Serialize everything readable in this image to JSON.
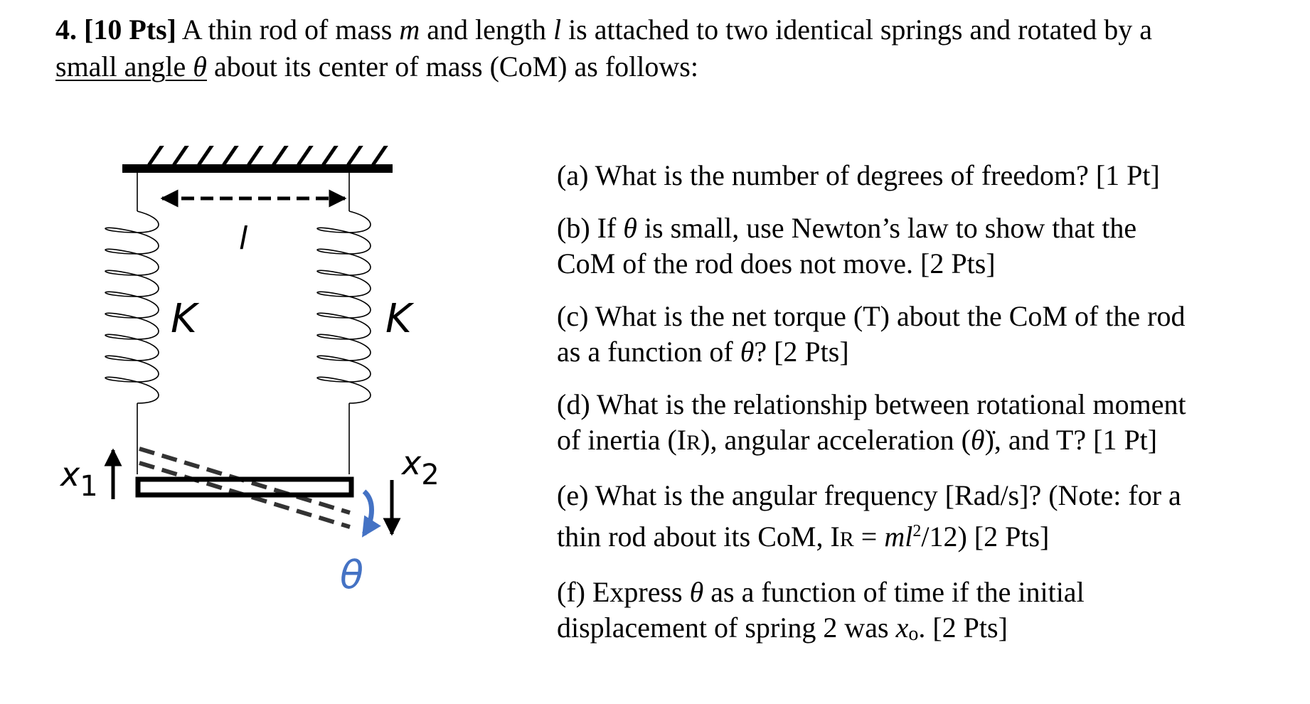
{
  "header": {
    "number": "4.",
    "points": "[10 Pts]",
    "t1": " A thin rod of mass ",
    "m": "m",
    "t2": " and length ",
    "l": "l",
    "t3": " is attached to two identical springs and rotated by a",
    "u1": "small angle ",
    "theta": "θ",
    "t4": " about its center of mass (CoM) as follows:"
  },
  "figure": {
    "length_label": "l",
    "spring_left_label": "K",
    "spring_right_label": "K",
    "x1_label": "x",
    "x1_sub": "1",
    "x2_label": "x",
    "x2_sub": "2",
    "angle_label": "θ",
    "colors": {
      "ink": "#000000",
      "angle": "#4472c4",
      "dash": "#333333"
    }
  },
  "questions": {
    "a": {
      "text": "(a) What is the number of degrees of freedom? [1 Pt]"
    },
    "b": {
      "p1": "(b) If ",
      "theta": "θ",
      "p2": " is small, use Newton’s law to show that the",
      "line2": "CoM of the rod does not move. [2 Pts]"
    },
    "c": {
      "line1": "(c) What is the net torque (T) about the CoM of the rod",
      "p1": "as a function of ",
      "theta": "θ",
      "p2": "? [2 Pts]"
    },
    "d": {
      "line1": "(d) What is the relationship between rotational moment",
      "p1": "of inertia (I",
      "r": "R",
      "p2": "), angular acceleration (",
      "theta_dd": "θ̈",
      "p3": "), and T? [1 Pt]"
    },
    "e": {
      "line1": "(e) What is the angular frequency [Rad/s]? (Note: for a",
      "p1": "thin rod about its CoM, I",
      "r": "R",
      "p2": " = ",
      "ml": "ml",
      "sq": "2",
      "p3": "/12) [2 Pts]"
    },
    "f": {
      "p1": "(f) Express ",
      "theta": "θ",
      "p2": " as a function of time if the initial",
      "p3": "displacement of spring 2 was ",
      "x": "x",
      "o": "o",
      "p4": ". [2 Pts]"
    }
  }
}
